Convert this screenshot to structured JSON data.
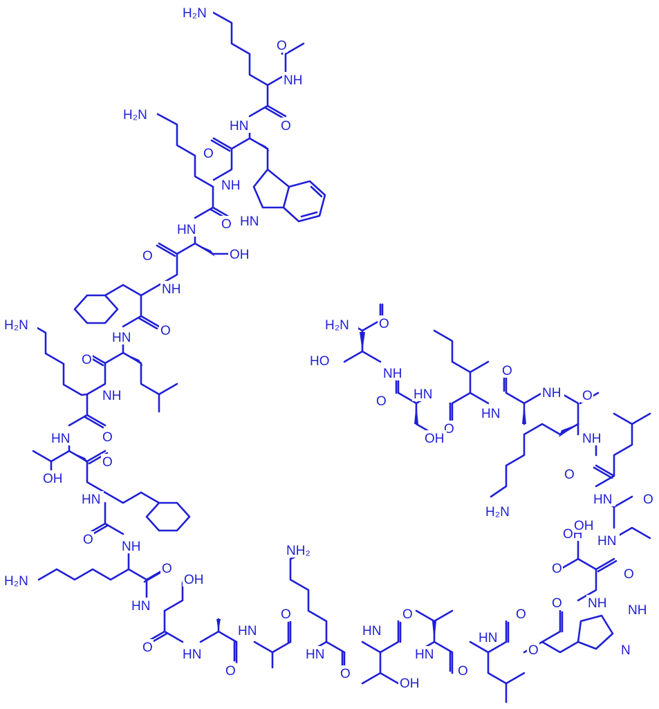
{
  "colors": {
    "structure": "#1f1fd6",
    "background": "#ffffff"
  },
  "labels": {
    "nh2_1": "H₂N",
    "o_acetyl": "O",
    "nh_1": "NH",
    "nh2_2": "H₂N",
    "hn_1": "HN",
    "o_1": "O",
    "o_2": "O",
    "nh_2": "NH",
    "hn_indole": "HN",
    "hn_2": "HN",
    "o_3": "O",
    "o_4": "O",
    "oh_1": "OH",
    "nh_3": "NH",
    "nh2_3": "H₂N",
    "hn_3": "HN",
    "o_5": "O",
    "o_6": "O",
    "nh_4": "NH",
    "hn_4": "HN",
    "o_7": "O",
    "oh_2": "OH",
    "o_8": "O",
    "hn_5": "HN",
    "o_9": "O",
    "nh_5": "NH",
    "nh2_4": "H₂N",
    "o_10": "O",
    "hn_6": "HN",
    "oh_3": "OH",
    "o_11": "O",
    "hn_7": "HN",
    "o_12": "O",
    "nh2_5": "NH₂",
    "o_13": "O",
    "hn_8": "HN",
    "o_14": "O",
    "hn_9": "HN",
    "o_15": "O",
    "oh_4": "OH",
    "o_16": "O",
    "hn_10": "HN",
    "o_17": "O",
    "hn_11": "HN",
    "o_18": "O",
    "hn_12": "HN",
    "o_19": "O",
    "h2n_top": "H₂N",
    "o_top": "O",
    "ho_1": "HO",
    "nh_6": "NH",
    "o_20": "O",
    "hn_13": "HN",
    "o_21": "O",
    "oh_5": "OH",
    "hn_14": "HN",
    "o_22": "O",
    "nh_7": "NH",
    "o_23": "O",
    "nh_8": "NH",
    "nh2_6": "H₂N",
    "o_24": "O",
    "hn_15": "HN",
    "o_25": "O",
    "oh_6": "OH",
    "hn_16": "HN",
    "o_26": "O",
    "nh_9": "NH",
    "nh_imid": "NH",
    "n_imid": "N",
    "o_27": "O",
    "oh_7": "OH"
  }
}
